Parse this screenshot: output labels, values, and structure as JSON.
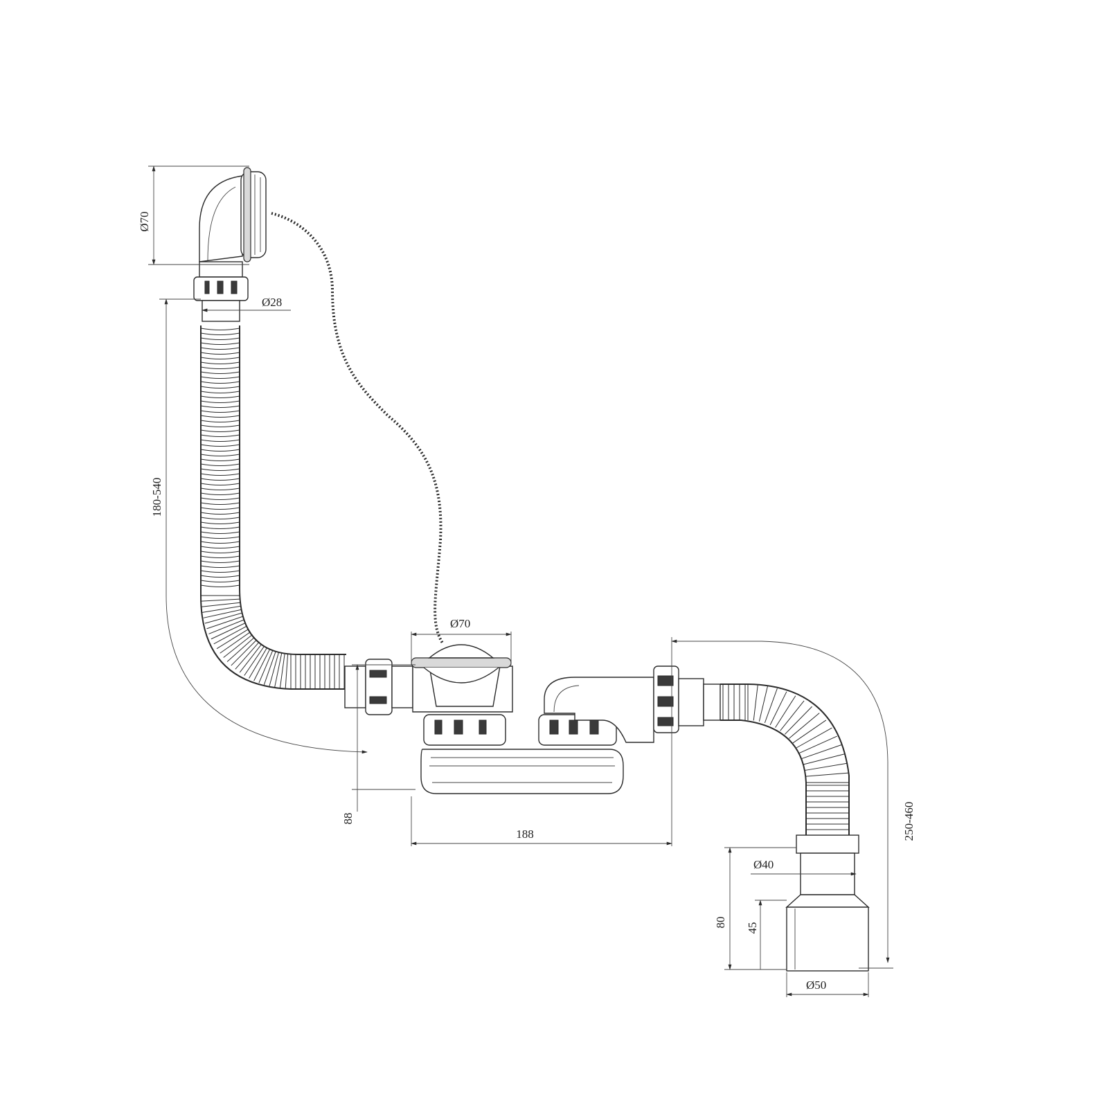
{
  "dimensions": {
    "overflow_diameter": "Ø70",
    "overflow_pipe_diameter": "Ø28",
    "left_hose_length": "180-540",
    "drain_diameter": "Ø70",
    "drain_height": "88",
    "center_distance": "188",
    "right_hose_length": "250-460",
    "outlet_inner_diameter": "Ø40",
    "outlet_total_length": "80",
    "outlet_socket_length": "45",
    "outlet_outer_diameter": "Ø50"
  },
  "colors": {
    "line": "#2a2a2a",
    "shade": "#d9d9d9",
    "background": "#ffffff"
  }
}
